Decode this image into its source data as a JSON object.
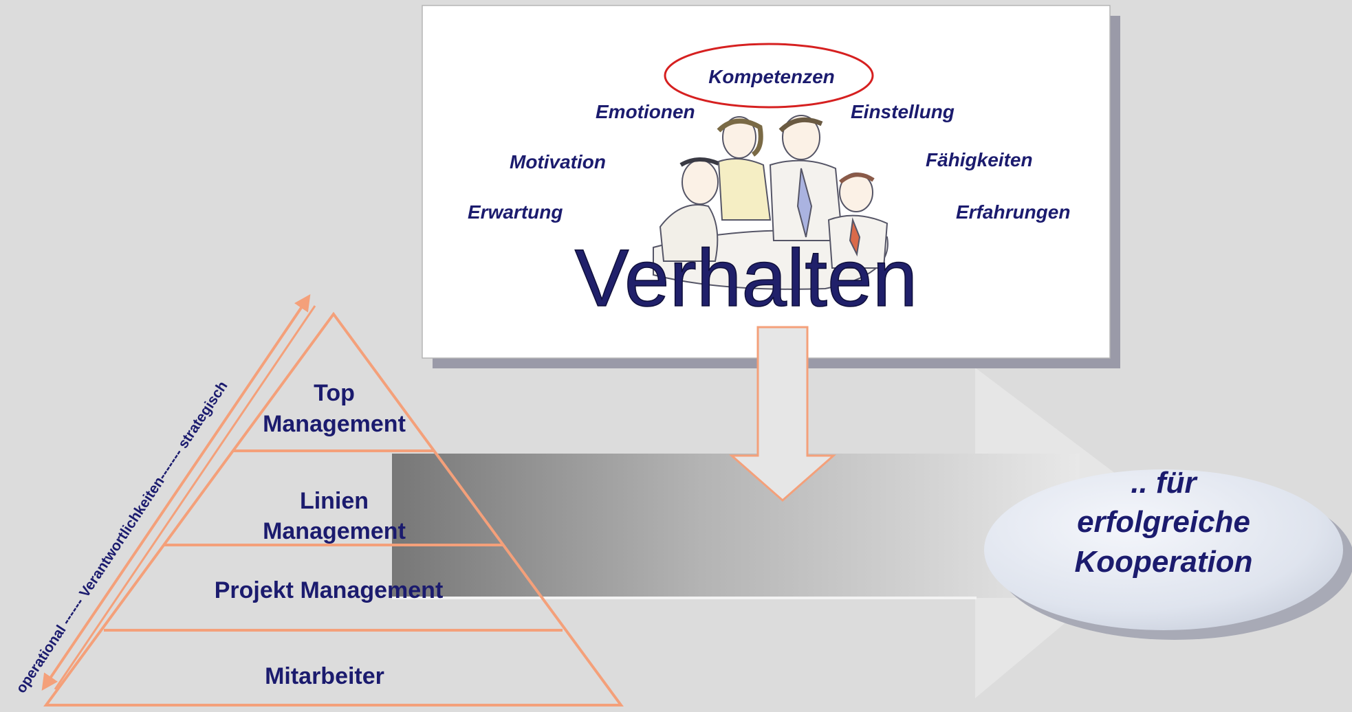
{
  "colors": {
    "background": "#dcdcdc",
    "navy": "#1b1b6e",
    "accent": "#f4a07a",
    "highlight": "#d62020"
  },
  "behavior_box": {
    "highlighted_term": "Kompetenzen",
    "terms": {
      "emotionen": "Emotionen",
      "einstellung": "Einstellung",
      "motivation": "Motivation",
      "faehigkeiten": "Fähigkeiten",
      "erwartung": "Erwartung",
      "erfahrungen": "Erfahrungen"
    },
    "central_word": "Verhalten",
    "illustration": "business-team-meeting-clipart"
  },
  "pyramid": {
    "levels": {
      "top": [
        "Top",
        "Management"
      ],
      "linien": [
        "Linien",
        "Management"
      ],
      "projekt": "Projekt Management",
      "mitarbeiter": "Mitarbeiter"
    },
    "axis_label": "operational  ------ Verantwortlichkeiten-------   strategisch"
  },
  "result": {
    "lines": [
      ".. für",
      "erfolgreiche",
      "Kooperation"
    ]
  }
}
